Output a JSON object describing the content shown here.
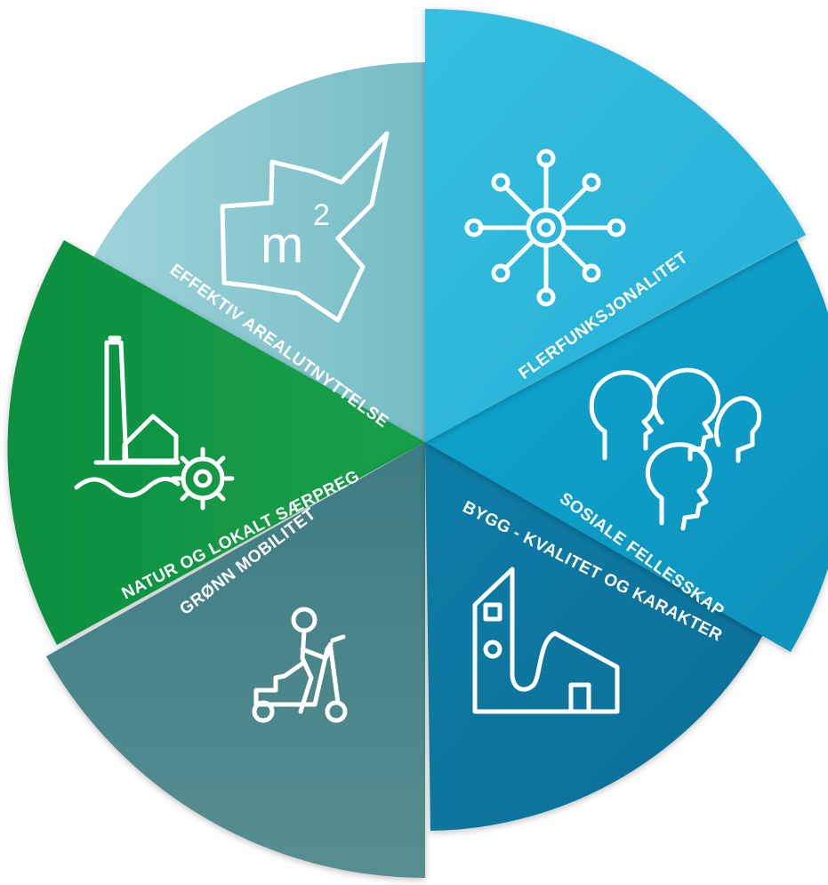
{
  "diagram": {
    "segments": [
      {
        "id": "effektiv",
        "label": "EFFEKTIV AREALUTNYTTELSE",
        "color": "#8ccad3",
        "icon": "floor-area-m2-icon",
        "icon_text": "m",
        "icon_sup": "2"
      },
      {
        "id": "flerfunksjonalitet",
        "label": "FLERFUNKSJONALITET",
        "color": "#30b8dc",
        "icon": "network-hub-icon"
      },
      {
        "id": "sosiale",
        "label": "SOSIALE FELLESSKAP",
        "color": "#0d9dc7",
        "icon": "people-heads-icon"
      },
      {
        "id": "bygg",
        "label": "BYGG - KVALITET OG KARAKTER",
        "color": "#0d7ea4",
        "icon": "building-icon"
      },
      {
        "id": "gronn",
        "label": "GRØNN MOBILITET",
        "color": "#4d8589",
        "icon": "scooter-rider-icon"
      },
      {
        "id": "natur",
        "label": "NATUR OG LOKALT SÆRPREG",
        "color": "#0f9a45",
        "icon": "chimney-waterwheel-icon"
      }
    ]
  }
}
